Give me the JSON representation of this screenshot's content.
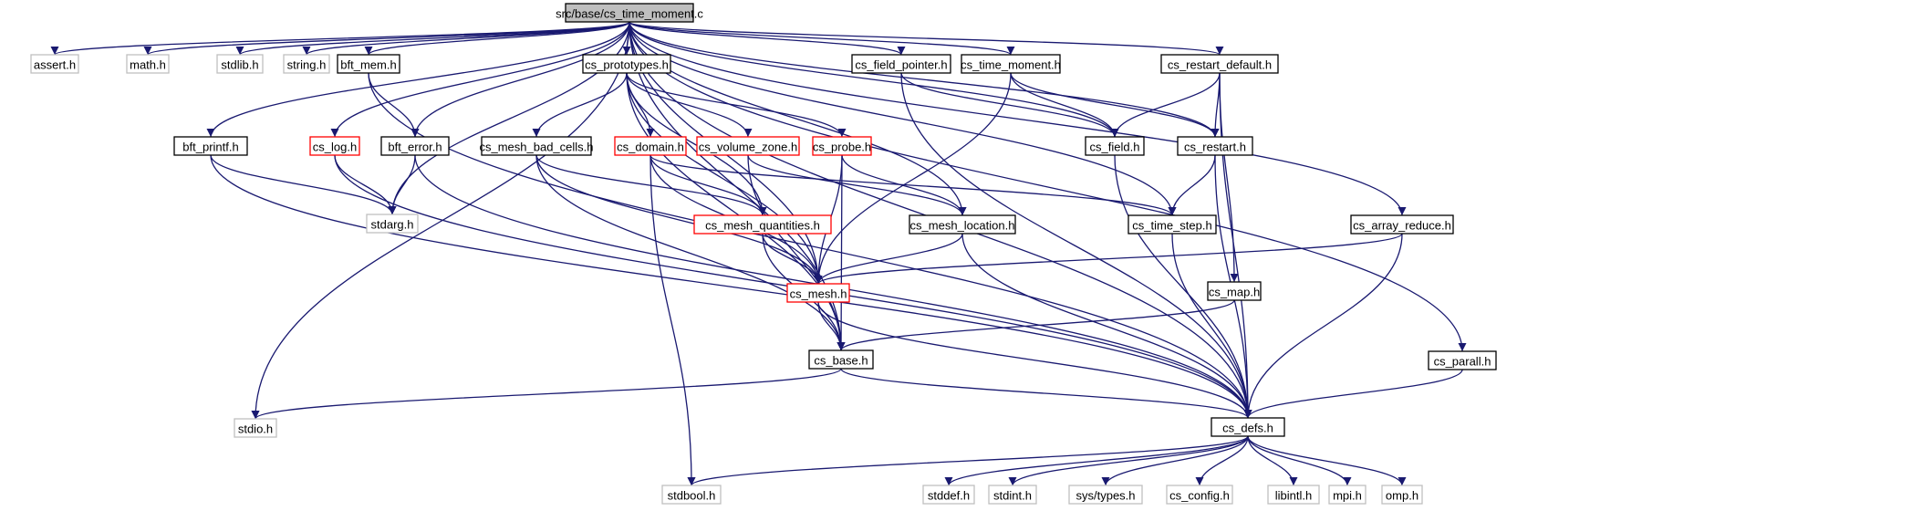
{
  "colors": {
    "edge": "#191970",
    "header_border": "#000000",
    "system_border": "#bfbfbf",
    "incomplete_border": "#ff0000",
    "root_fill": "#bfbfbf",
    "node_fill": "#ffffff"
  },
  "graph": {
    "root": "src/base/cs_time_moment.c",
    "nodes": [
      {
        "id": "root",
        "label": "src/base/cs_time_moment.c",
        "kind": "root"
      },
      {
        "id": "assert",
        "label": "assert.h",
        "kind": "system"
      },
      {
        "id": "math",
        "label": "math.h",
        "kind": "system"
      },
      {
        "id": "stdlib",
        "label": "stdlib.h",
        "kind": "system"
      },
      {
        "id": "string",
        "label": "string.h",
        "kind": "system"
      },
      {
        "id": "bft_mem",
        "label": "bft_mem.h",
        "kind": "header"
      },
      {
        "id": "cs_prototypes",
        "label": "cs_prototypes.h",
        "kind": "header"
      },
      {
        "id": "cs_field_pointer",
        "label": "cs_field_pointer.h",
        "kind": "header"
      },
      {
        "id": "cs_time_moment_h",
        "label": "cs_time_moment.h",
        "kind": "header"
      },
      {
        "id": "cs_restart_default",
        "label": "cs_restart_default.h",
        "kind": "header"
      },
      {
        "id": "bft_printf",
        "label": "bft_printf.h",
        "kind": "header"
      },
      {
        "id": "cs_log",
        "label": "cs_log.h",
        "kind": "incomplete"
      },
      {
        "id": "bft_error",
        "label": "bft_error.h",
        "kind": "header"
      },
      {
        "id": "cs_mesh_bad_cells",
        "label": "cs_mesh_bad_cells.h",
        "kind": "header"
      },
      {
        "id": "cs_domain",
        "label": "cs_domain.h",
        "kind": "incomplete"
      },
      {
        "id": "cs_volume_zone",
        "label": "cs_volume_zone.h",
        "kind": "incomplete"
      },
      {
        "id": "cs_probe",
        "label": "cs_probe.h",
        "kind": "incomplete"
      },
      {
        "id": "cs_field",
        "label": "cs_field.h",
        "kind": "header"
      },
      {
        "id": "cs_restart",
        "label": "cs_restart.h",
        "kind": "header"
      },
      {
        "id": "stdarg",
        "label": "stdarg.h",
        "kind": "system"
      },
      {
        "id": "cs_mesh_quantities",
        "label": "cs_mesh_quantities.h",
        "kind": "incomplete"
      },
      {
        "id": "cs_mesh_location",
        "label": "cs_mesh_location.h",
        "kind": "header"
      },
      {
        "id": "cs_time_step",
        "label": "cs_time_step.h",
        "kind": "header"
      },
      {
        "id": "cs_array_reduce",
        "label": "cs_array_reduce.h",
        "kind": "header"
      },
      {
        "id": "cs_mesh",
        "label": "cs_mesh.h",
        "kind": "incomplete"
      },
      {
        "id": "cs_map",
        "label": "cs_map.h",
        "kind": "header"
      },
      {
        "id": "cs_base",
        "label": "cs_base.h",
        "kind": "header"
      },
      {
        "id": "cs_parall",
        "label": "cs_parall.h",
        "kind": "header"
      },
      {
        "id": "stdio",
        "label": "stdio.h",
        "kind": "system"
      },
      {
        "id": "cs_defs",
        "label": "cs_defs.h",
        "kind": "header"
      },
      {
        "id": "stdbool",
        "label": "stdbool.h",
        "kind": "system"
      },
      {
        "id": "stddef",
        "label": "stddef.h",
        "kind": "system"
      },
      {
        "id": "stdint",
        "label": "stdint.h",
        "kind": "system"
      },
      {
        "id": "systypes",
        "label": "sys/types.h",
        "kind": "system"
      },
      {
        "id": "cs_config",
        "label": "cs_config.h",
        "kind": "system"
      },
      {
        "id": "libintl",
        "label": "libintl.h",
        "kind": "system"
      },
      {
        "id": "mpi",
        "label": "mpi.h",
        "kind": "system"
      },
      {
        "id": "omp",
        "label": "omp.h",
        "kind": "system"
      }
    ],
    "edges": [
      [
        "root",
        "assert"
      ],
      [
        "root",
        "math"
      ],
      [
        "root",
        "stdlib"
      ],
      [
        "root",
        "string"
      ],
      [
        "root",
        "bft_mem"
      ],
      [
        "root",
        "cs_prototypes"
      ],
      [
        "root",
        "cs_field_pointer"
      ],
      [
        "root",
        "cs_time_moment_h"
      ],
      [
        "root",
        "cs_restart_default"
      ],
      [
        "root",
        "bft_printf"
      ],
      [
        "root",
        "cs_log"
      ],
      [
        "root",
        "bft_error"
      ],
      [
        "root",
        "stdarg"
      ],
      [
        "root",
        "stdio"
      ],
      [
        "root",
        "cs_base"
      ],
      [
        "root",
        "cs_mesh_location"
      ],
      [
        "root",
        "cs_mesh"
      ],
      [
        "root",
        "cs_field"
      ],
      [
        "root",
        "cs_time_step"
      ],
      [
        "root",
        "cs_restart"
      ],
      [
        "root",
        "cs_array_reduce"
      ],
      [
        "root",
        "cs_parall"
      ],
      [
        "root",
        "cs_defs"
      ],
      [
        "bft_mem",
        "bft_error"
      ],
      [
        "bft_mem",
        "cs_defs"
      ],
      [
        "bft_printf",
        "stdarg"
      ],
      [
        "bft_printf",
        "cs_defs"
      ],
      [
        "cs_log",
        "stdarg"
      ],
      [
        "cs_log",
        "cs_defs"
      ],
      [
        "bft_error",
        "stdarg"
      ],
      [
        "bft_error",
        "cs_defs"
      ],
      [
        "cs_prototypes",
        "cs_mesh_bad_cells"
      ],
      [
        "cs_prototypes",
        "cs_domain"
      ],
      [
        "cs_prototypes",
        "cs_volume_zone"
      ],
      [
        "cs_prototypes",
        "cs_probe"
      ],
      [
        "cs_prototypes",
        "cs_mesh_quantities"
      ],
      [
        "cs_prototypes",
        "cs_base"
      ],
      [
        "cs_prototypes",
        "cs_mesh"
      ],
      [
        "cs_mesh_bad_cells",
        "cs_mesh_quantities"
      ],
      [
        "cs_mesh_bad_cells",
        "cs_mesh"
      ],
      [
        "cs_mesh_bad_cells",
        "cs_base"
      ],
      [
        "cs_domain",
        "cs_mesh_quantities"
      ],
      [
        "cs_domain",
        "cs_mesh"
      ],
      [
        "cs_domain",
        "cs_time_step"
      ],
      [
        "cs_domain",
        "stdbool"
      ],
      [
        "cs_volume_zone",
        "cs_mesh_location"
      ],
      [
        "cs_volume_zone",
        "cs_base"
      ],
      [
        "cs_probe",
        "cs_mesh_location"
      ],
      [
        "cs_probe",
        "cs_mesh"
      ],
      [
        "cs_probe",
        "cs_base"
      ],
      [
        "cs_field_pointer",
        "cs_field"
      ],
      [
        "cs_field_pointer",
        "cs_defs"
      ],
      [
        "cs_time_moment_h",
        "cs_field"
      ],
      [
        "cs_time_moment_h",
        "cs_restart"
      ],
      [
        "cs_time_moment_h",
        "cs_mesh"
      ],
      [
        "cs_restart_default",
        "cs_field"
      ],
      [
        "cs_restart_default",
        "cs_restart"
      ],
      [
        "cs_restart_default",
        "cs_map"
      ],
      [
        "cs_restart_default",
        "cs_defs"
      ],
      [
        "cs_field",
        "cs_defs"
      ],
      [
        "cs_restart",
        "cs_time_step"
      ],
      [
        "cs_restart",
        "cs_defs"
      ],
      [
        "cs_mesh_quantities",
        "cs_mesh"
      ],
      [
        "cs_mesh_quantities",
        "cs_base"
      ],
      [
        "cs_mesh_location",
        "cs_mesh"
      ],
      [
        "cs_mesh_location",
        "cs_defs"
      ],
      [
        "cs_time_step",
        "cs_defs"
      ],
      [
        "cs_array_reduce",
        "cs_mesh"
      ],
      [
        "cs_array_reduce",
        "cs_defs"
      ],
      [
        "cs_mesh",
        "cs_base"
      ],
      [
        "cs_mesh",
        "cs_defs"
      ],
      [
        "cs_map",
        "cs_base"
      ],
      [
        "cs_base",
        "stdio"
      ],
      [
        "cs_base",
        "cs_defs"
      ],
      [
        "cs_parall",
        "cs_defs"
      ],
      [
        "cs_defs",
        "stdbool"
      ],
      [
        "cs_defs",
        "stddef"
      ],
      [
        "cs_defs",
        "stdint"
      ],
      [
        "cs_defs",
        "systypes"
      ],
      [
        "cs_defs",
        "cs_config"
      ],
      [
        "cs_defs",
        "libintl"
      ],
      [
        "cs_defs",
        "mpi"
      ],
      [
        "cs_defs",
        "omp"
      ]
    ]
  }
}
